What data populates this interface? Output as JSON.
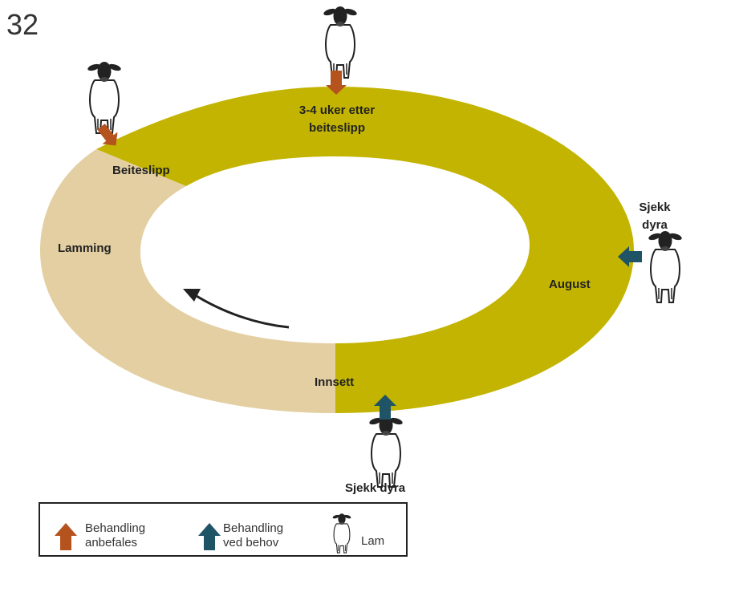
{
  "page_number": "32",
  "colors": {
    "grazing": "#c2b400",
    "indoor": "#e4cfa2",
    "recommended": "#b5531f",
    "as_needed": "#1f5466"
  },
  "cycle": {
    "segments": [
      "Beiteslipp",
      "Lamming",
      "Innsett",
      "August"
    ],
    "events": [
      {
        "label": "3-4 uker etter beiteslipp",
        "type": "recommended"
      },
      {
        "label": "Sjekk dyra",
        "type": "as_needed"
      },
      {
        "label": "Sjekk dyra",
        "type": "as_needed"
      }
    ],
    "labels": {
      "beiteslipp": "Beiteslipp",
      "lamming": "Lamming",
      "innsett": "Innsett",
      "august": "August",
      "weeks_line1": "3-4 uker etter",
      "weeks_line2": "beiteslipp",
      "check_right_line1": "Sjekk",
      "check_right_line2": "dyra",
      "check_bottom": "Sjekk dyra"
    }
  },
  "legend": {
    "recommended_line1": "Behandling",
    "recommended_line2": "anbefales",
    "as_needed_line1": "Behandling",
    "as_needed_line2": "ved behov",
    "lamb": "Lam"
  },
  "icons": {
    "recommended_arrow": "orange-arrow-icon",
    "as_needed_arrow": "teal-arrow-icon",
    "lamb": "lamb-icon"
  }
}
